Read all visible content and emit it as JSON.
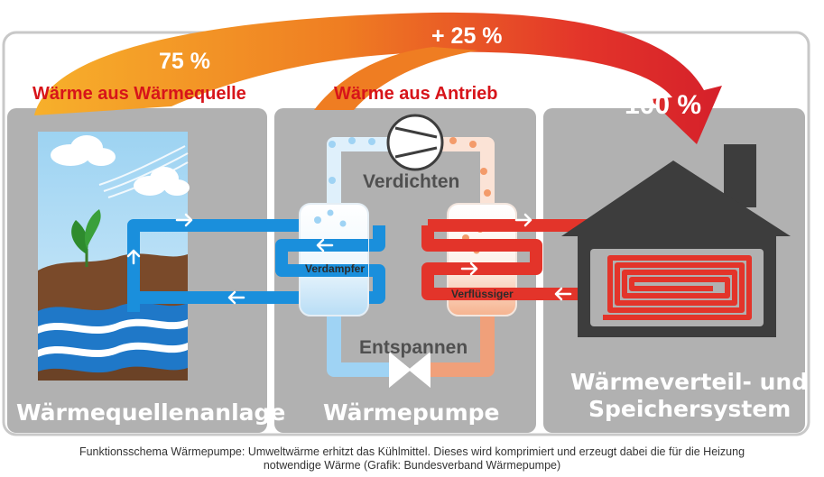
{
  "diagram": {
    "flow": {
      "source_percent": "75 %",
      "drive_percent": "+ 25 %",
      "total_percent": "100 %",
      "source_label": "Wärme aus Wärmequelle",
      "drive_label": "Wärme aus Antrieb"
    },
    "steps": {
      "compress": "Verdichten",
      "expand": "Entspannen",
      "evaporator": "Verdampfer",
      "condenser": "Verflüssiger"
    },
    "sections": {
      "source": "Wärmequellenanlage",
      "pump": "Wärmepumpe",
      "distribution_line1": "Wärmeverteil- und",
      "distribution_line2": "Speichersystem"
    },
    "colors": {
      "cold": "#1a8fdc",
      "hot": "#e3342a",
      "panel": "#b1b1b1",
      "heading": "#d7141a",
      "house": "#3d3d3d"
    }
  },
  "caption": {
    "line1": "Funktionsschema Wärmepumpe: Umweltwärme erhitzt das Kühlmittel. Dieses wird komprimiert und erzeugt dabei die für die Heizung",
    "line2": "notwendige Wärme (Grafik: Bundesverband Wärmepumpe)"
  }
}
